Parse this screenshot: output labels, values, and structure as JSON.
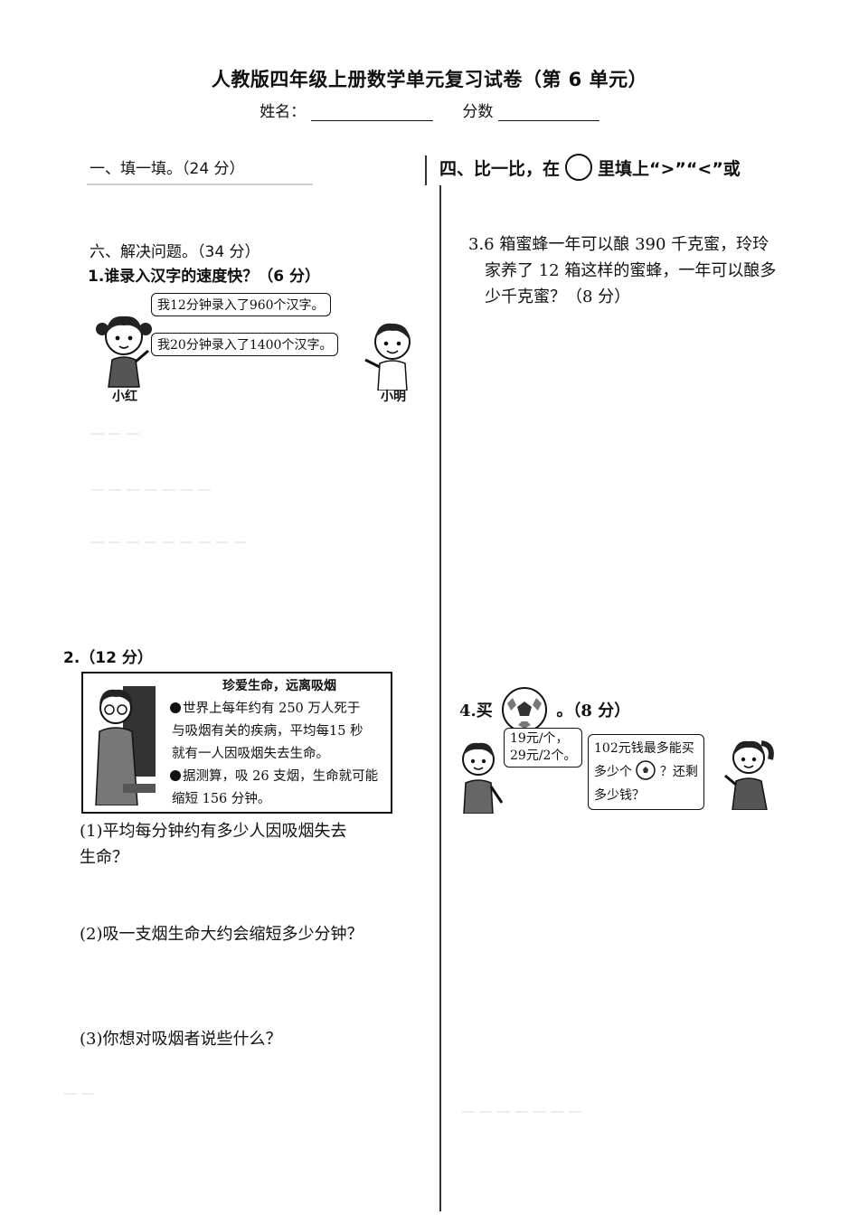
{
  "header": {
    "title": "人教版四年级上册数学单元复习试卷（第 6 单元）",
    "name_label": "姓名：",
    "score_label": "分数"
  },
  "section1": {
    "heading": "一、填一填。（24 分）"
  },
  "section4": {
    "heading_before": "四、比一比，在",
    "heading_after": "里填上“>”“<”或"
  },
  "section6": {
    "heading": "六、解决问题。（34 分）",
    "q1": {
      "text": "1.谁录入汉字的速度快？（6 分）",
      "bubble_xiaohong": "我12分钟录入了960个汉字。",
      "bubble_xiaoming": "我20分钟录入了1400个汉字。",
      "name_xiaohong": "小红",
      "name_xiaoming": "小明"
    },
    "q2": {
      "label": "2.（12 分）",
      "box_title": "珍爱生命，远离吸烟",
      "box_line1": "世界上每年约有 250 万人死于",
      "box_line2": "与吸烟有关的疾病，平均每15 秒",
      "box_line3": "就有一人因吸烟失去生命。",
      "box_line4": "据测算，吸 26 支烟，生命就可能",
      "box_line5": "缩短 156 分钟。",
      "sub1_line1": "(1)平均每分钟约有多少人因吸烟失去",
      "sub1_line2": "生命？",
      "sub2": "(2)吸一支烟生命大约会缩短多少分钟？",
      "sub3": "(3)你想对吸烟者说些什么？"
    },
    "q3": {
      "line1": "3.6 箱蜜蜂一年可以酿 390 千克蜜，玲玲",
      "line2": "家养了 12 箱这样的蜜蜂，一年可以酿多",
      "line3": "少千克蜜？（8 分）"
    },
    "q4": {
      "label_before": "4.买",
      "label_after": "。（8 分）",
      "price_line1": "19元/个，",
      "price_line2": "29元/2个。",
      "ask_line1": "102元钱最多能买",
      "ask_line2_before": "多少个",
      "ask_line2_after": "？还剩",
      "ask_line3": "多少钱？"
    }
  }
}
